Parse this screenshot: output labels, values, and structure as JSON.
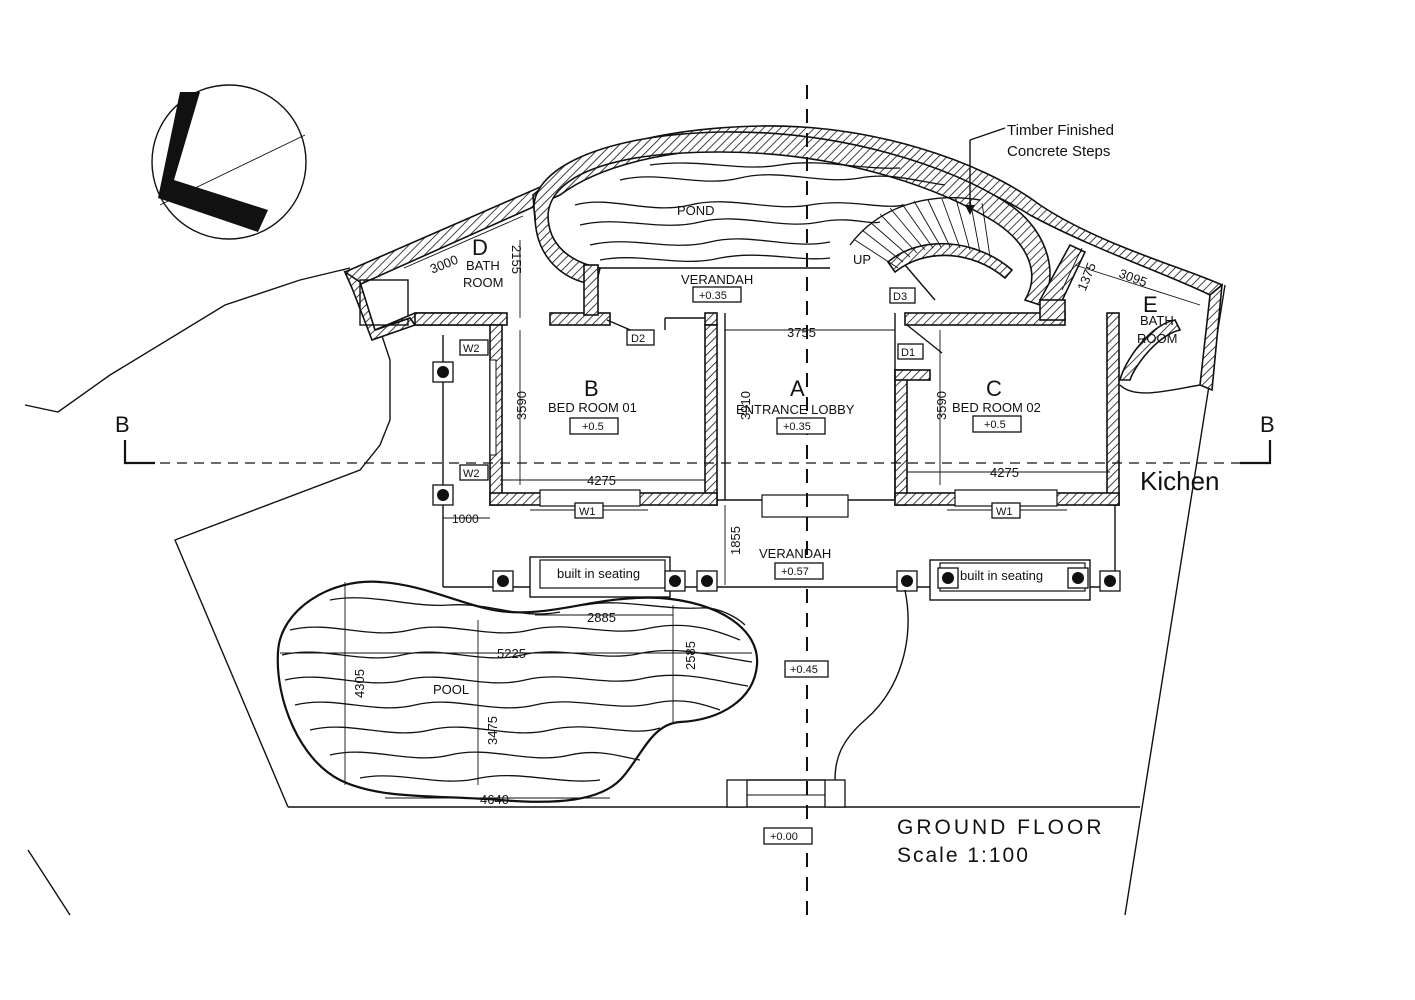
{
  "annotation": {
    "line1": "Timber Finished",
    "line2": "Concrete Steps"
  },
  "rooms": {
    "a": {
      "letter": "A",
      "name": "ENTRANCE LOBBY",
      "level": "+0.35"
    },
    "b": {
      "letter": "B",
      "name": "BED ROOM 01",
      "level": "+0.5"
    },
    "c": {
      "letter": "C",
      "name": "BED ROOM 02",
      "level": "+0.5"
    },
    "d": {
      "letter": "D",
      "name_line1": "BATH",
      "name_line2": "ROOM"
    },
    "e": {
      "letter": "E",
      "name_line1": "BATH",
      "name_line2": "ROOM"
    }
  },
  "labels": {
    "pond": "POND",
    "pool": "POOL",
    "up": "UP",
    "kitchen": "Kichen",
    "verandah_top": "VERANDAH",
    "verandah_top_level": "+0.35",
    "verandah_bottom": "VERANDAH",
    "verandah_bottom_level": "+0.57",
    "garden_level": "+0.45",
    "entry_level": "+0.00",
    "seating_left": "built in seating",
    "seating_right": "built in seating",
    "section_left": "B",
    "section_right": "B"
  },
  "tags": {
    "d1": "D1",
    "d2": "D2",
    "d3": "D3",
    "w1_left": "W1",
    "w1_right": "W1",
    "w2_top": "W2",
    "w2_bottom": "W2"
  },
  "dimensions": {
    "bath_d_width": "3000",
    "bath_d_height": "2155",
    "bath_e_height": "1375",
    "bath_e_width": "3095",
    "lobby_width": "3755",
    "lobby_depth": "3910",
    "bed1_depth": "3590",
    "bed2_depth": "3590",
    "bed1_width": "4275",
    "bed2_width": "4275",
    "verandah_depth": "1855",
    "side_width": "1000",
    "pool_top_width": "2885",
    "pool_mid_width": "5225",
    "pool_right_depth": "2585",
    "pool_left_depth": "4305",
    "pool_inner_depth": "3475",
    "pool_bottom_width": "4640"
  },
  "title": {
    "line1": "GROUND FLOOR",
    "line2": "Scale 1:100"
  }
}
